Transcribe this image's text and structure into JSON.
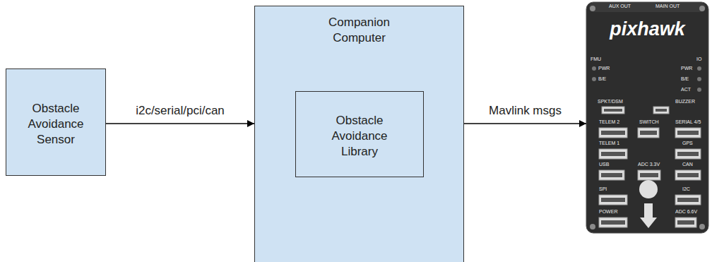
{
  "diagram": {
    "nodes": [
      {
        "text": [
          "Obstacle Avoidance Sensor"
        ]
      },
      {
        "text": [
          "Companion Computer"
        ]
      },
      {
        "text": [
          "Obstacle Avoidance Library"
        ],
        "in": 1
      },
      {
        "text": [
          "pixhawk"
        ]
      }
    ],
    "edges": [
      {
        "from": 0,
        "to": 1,
        "arrow": "to",
        "label": "i2c/serial/pci/can"
      },
      {
        "from": 1,
        "to": 3,
        "arrow": "to",
        "label": "Mavlink msgs"
      }
    ],
    "labels": [
      "AUX OUT",
      "MAIN OUT",
      "FMU",
      "IO",
      "PWR",
      "PWR",
      "B/E",
      "B/E",
      "ACT",
      "SPKT/DSM",
      "BUZZER",
      "TELEM 2",
      "SWITCH",
      "SERIAL 4/5",
      "TELEM 1",
      "GPS",
      "USB",
      "ADC 3.3V",
      "CAN",
      "SPI",
      "I2C",
      "POWER",
      "ADC 6.6V"
    ]
  }
}
